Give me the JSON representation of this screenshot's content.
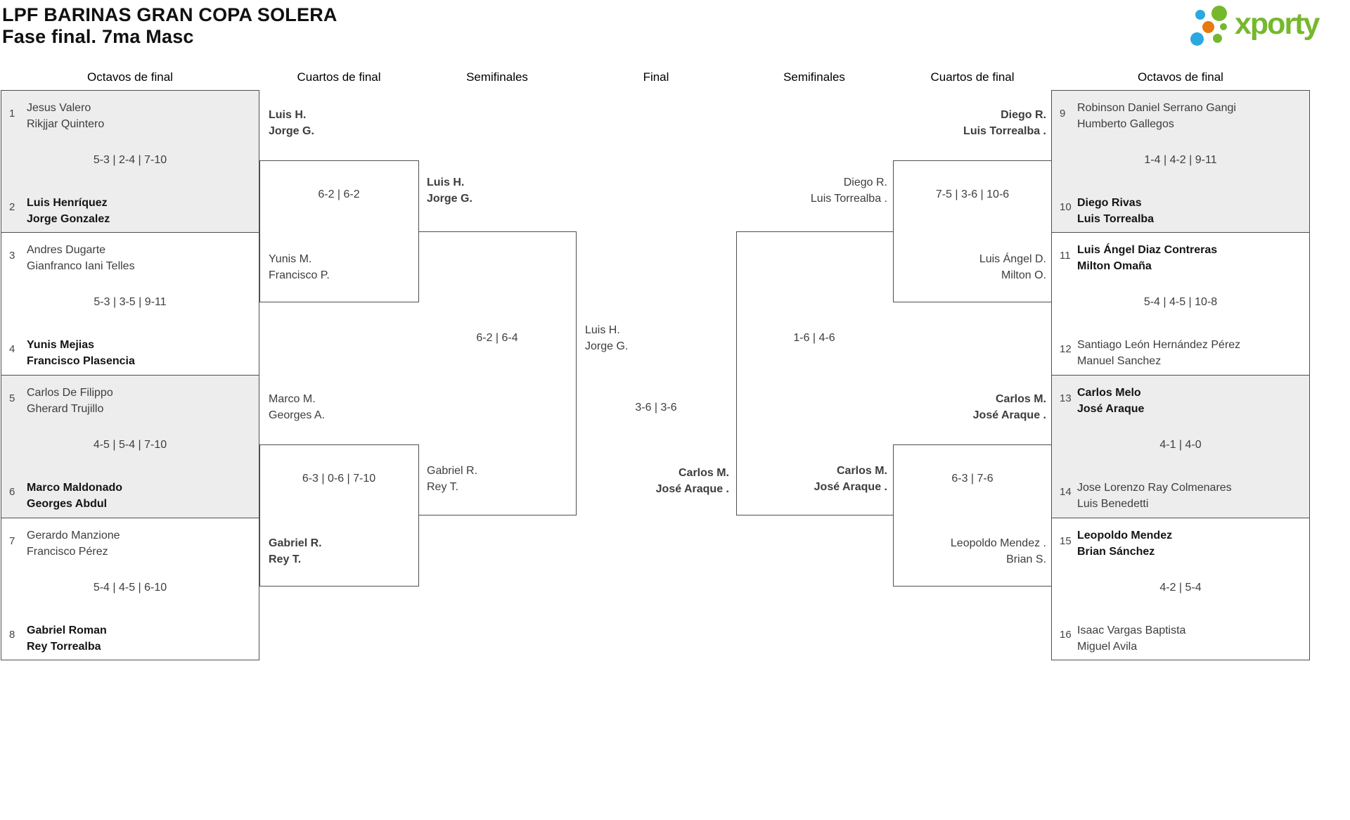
{
  "title": {
    "line1": "LPF BARINAS GRAN COPA SOLERA",
    "line2": "Fase final. 7ma Masc"
  },
  "logo": {
    "brand": "xporty"
  },
  "colors": {
    "green": "#76b82d",
    "blue": "#2aa9e0",
    "orange": "#e8790f",
    "box_gray": "#ededed",
    "line": "#4f4f4f"
  },
  "rounds": [
    "Octavos de final",
    "Cuartos de final",
    "Semifinales",
    "Final",
    "Semifinales",
    "Cuartos de final",
    "Octavos de final"
  ],
  "octavos": {
    "m1_2": {
      "seed_a": "1",
      "a1": "Jesus Valero",
      "a2": "Rikjjar Quintero",
      "score": "5-3 | 2-4 | 7-10",
      "seed_b": "2",
      "b1": "Luis Henríquez",
      "b2": "Jorge Gonzalez"
    },
    "m3_4": {
      "seed_a": "3",
      "a1": "Andres Dugarte",
      "a2": "Gianfranco Iani Telles",
      "score": "5-3 | 3-5 | 9-11",
      "seed_b": "4",
      "b1": "Yunis Mejias",
      "b2": "Francisco Plasencia"
    },
    "m5_6": {
      "seed_a": "5",
      "a1": "Carlos De Filippo",
      "a2": "Gherard Trujillo",
      "score": "4-5 | 5-4 | 7-10",
      "seed_b": "6",
      "b1": "Marco Maldonado",
      "b2": "Georges Abdul"
    },
    "m7_8": {
      "seed_a": "7",
      "a1": "Gerardo Manzione",
      "a2": "Francisco Pérez",
      "score": "5-4 | 4-5 | 6-10",
      "seed_b": "8",
      "b1": "Gabriel Roman",
      "b2": "Rey Torrealba"
    },
    "m9_10": {
      "seed_a": "9",
      "a1": "Robinson Daniel Serrano Gangi",
      "a2": "Humberto Gallegos",
      "score": "1-4 | 4-2 | 9-11",
      "seed_b": "10",
      "b1": "Diego Rivas",
      "b2": "Luis Torrealba"
    },
    "m11_12": {
      "seed_a": "11",
      "a1": "Luis Ángel Diaz Contreras",
      "a2": "Milton Omaña",
      "score": "5-4 | 4-5 | 10-8",
      "seed_b": "12",
      "b1": "Santiago León Hernández Pérez",
      "b2": "Manuel Sanchez"
    },
    "m13_14": {
      "seed_a": "13",
      "a1": "Carlos Melo",
      "a2": "José Araque",
      "score": "4-1 | 4-0",
      "seed_b": "14",
      "b1": "Jose Lorenzo Ray Colmenares",
      "b2": "Luis Benedetti"
    },
    "m15_16": {
      "seed_a": "15",
      "a1": "Leopoldo Mendez",
      "a2": "Brian Sánchez",
      "score": "4-2 | 5-4",
      "seed_b": "16",
      "b1": "Isaac Vargas Baptista",
      "b2": "Miguel Avila"
    }
  },
  "cuartos": {
    "ql1": {
      "top1": "Luis H.",
      "top2": "Jorge G.",
      "score": "6-2 | 6-2",
      "bot1": "Yunis M.",
      "bot2": "Francisco P."
    },
    "ql2": {
      "top1": "Marco M.",
      "top2": "Georges A.",
      "score": "6-3 | 0-6 | 7-10",
      "bot1": "Gabriel R.",
      "bot2": "Rey T."
    },
    "qr1": {
      "top1": "Diego R.",
      "top2": "Luis Torrealba .",
      "score": "7-5 | 3-6 | 10-6",
      "bot1": "Luis Ángel D.",
      "bot2": "Milton O."
    },
    "qr2": {
      "top1": "Carlos M.",
      "top2": "José Araque .",
      "score": "6-3 | 7-6",
      "bot1": "Leopoldo Mendez .",
      "bot2": "Brian S."
    }
  },
  "semis": {
    "sl": {
      "top1": "Luis H.",
      "top2": "Jorge G.",
      "score": "6-2 | 6-4",
      "bot1": "Gabriel R.",
      "bot2": "Rey T."
    },
    "sr": {
      "top1": "Diego R.",
      "top2": "Luis Torrealba .",
      "score": "1-6 | 4-6",
      "bot1": "Carlos M.",
      "bot2": "José Araque ."
    }
  },
  "final": {
    "left1": "Luis H.",
    "left2": "Jorge G.",
    "score": "3-6 | 3-6",
    "winner1": "Carlos M.",
    "winner2": "José Araque ."
  }
}
